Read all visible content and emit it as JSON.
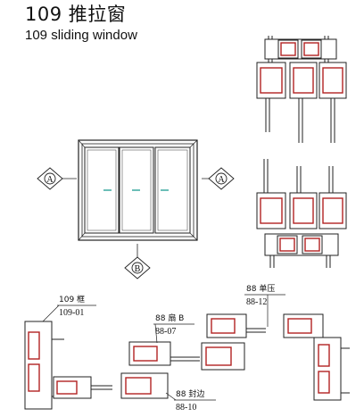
{
  "header": {
    "title_cn": "109 推拉窗",
    "title_en": "109 sliding window"
  },
  "elevation": {
    "section_marker_left": "A",
    "section_marker_right": "A",
    "section_marker_bottom": "B"
  },
  "callouts": {
    "frame": {
      "name": "109 框",
      "code": "109-01"
    },
    "sash": {
      "name": "88 扇 B",
      "code": "88-07"
    },
    "bead": {
      "name": "88 单压",
      "code": "88-12"
    },
    "seal": {
      "name": "88 封边",
      "code": "88-10"
    }
  },
  "colors": {
    "line": "#222222",
    "gasket": "#b22222",
    "glass": "#c8d6e0"
  }
}
